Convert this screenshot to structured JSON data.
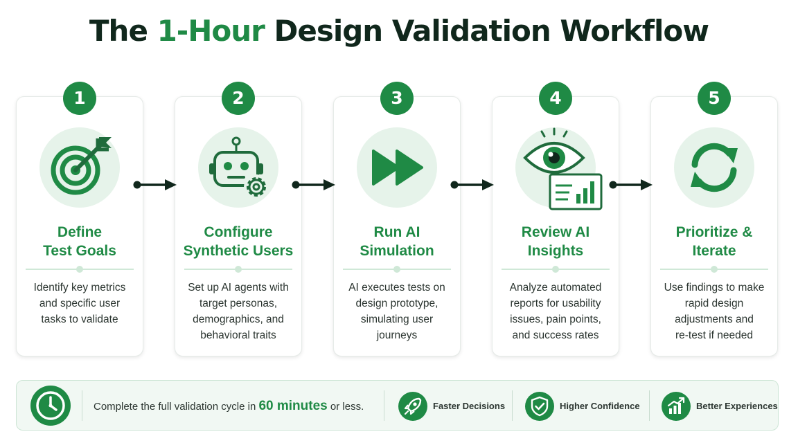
{
  "title": {
    "prefix": "The ",
    "accent": "1-Hour",
    "suffix": " Design Validation Workflow"
  },
  "colors": {
    "accent": "#1f8a45",
    "accent_light": "#e6f3ea",
    "title_dark": "#10271c"
  },
  "steps": [
    {
      "number": "1",
      "icon": "target-arrow-icon",
      "title_lines": [
        "Define",
        "Test Goals"
      ],
      "desc_lines": [
        "Identify key metrics",
        "and specific user",
        "tasks to validate"
      ]
    },
    {
      "number": "2",
      "icon": "robot-gear-icon",
      "title_lines": [
        "Configure",
        "Synthetic Users"
      ],
      "desc_lines": [
        "Set up AI agents with",
        "target personas,",
        "demographics, and",
        "behavioral traits"
      ]
    },
    {
      "number": "3",
      "icon": "fast-forward-icon",
      "title_lines": [
        "Run AI",
        "Simulation"
      ],
      "desc_lines": [
        "AI executes tests on",
        "design prototype,",
        "simulating user",
        "journeys"
      ]
    },
    {
      "number": "4",
      "icon": "eye-chart-icon",
      "title_lines": [
        "Review AI",
        "Insights"
      ],
      "desc_lines": [
        "Analyze automated",
        "reports for usability",
        "issues, pain points,",
        "and success rates"
      ]
    },
    {
      "number": "5",
      "icon": "refresh-cycle-icon",
      "title_lines": [
        "Prioritize &",
        "Iterate"
      ],
      "desc_lines": [
        "Use findings to make",
        "rapid design",
        "adjustments and",
        "re-test if needed"
      ]
    }
  ],
  "footer": {
    "icon": "clock-icon",
    "text_before": "Complete the full validation cycle in ",
    "highlight": "60 minutes",
    "text_after": " or less.",
    "benefits": [
      {
        "icon": "rocket-icon",
        "label": "Faster Decisions"
      },
      {
        "icon": "shield-check-icon",
        "label": "Higher Confidence"
      },
      {
        "icon": "growth-chart-icon",
        "label": "Better Experiences"
      }
    ]
  }
}
